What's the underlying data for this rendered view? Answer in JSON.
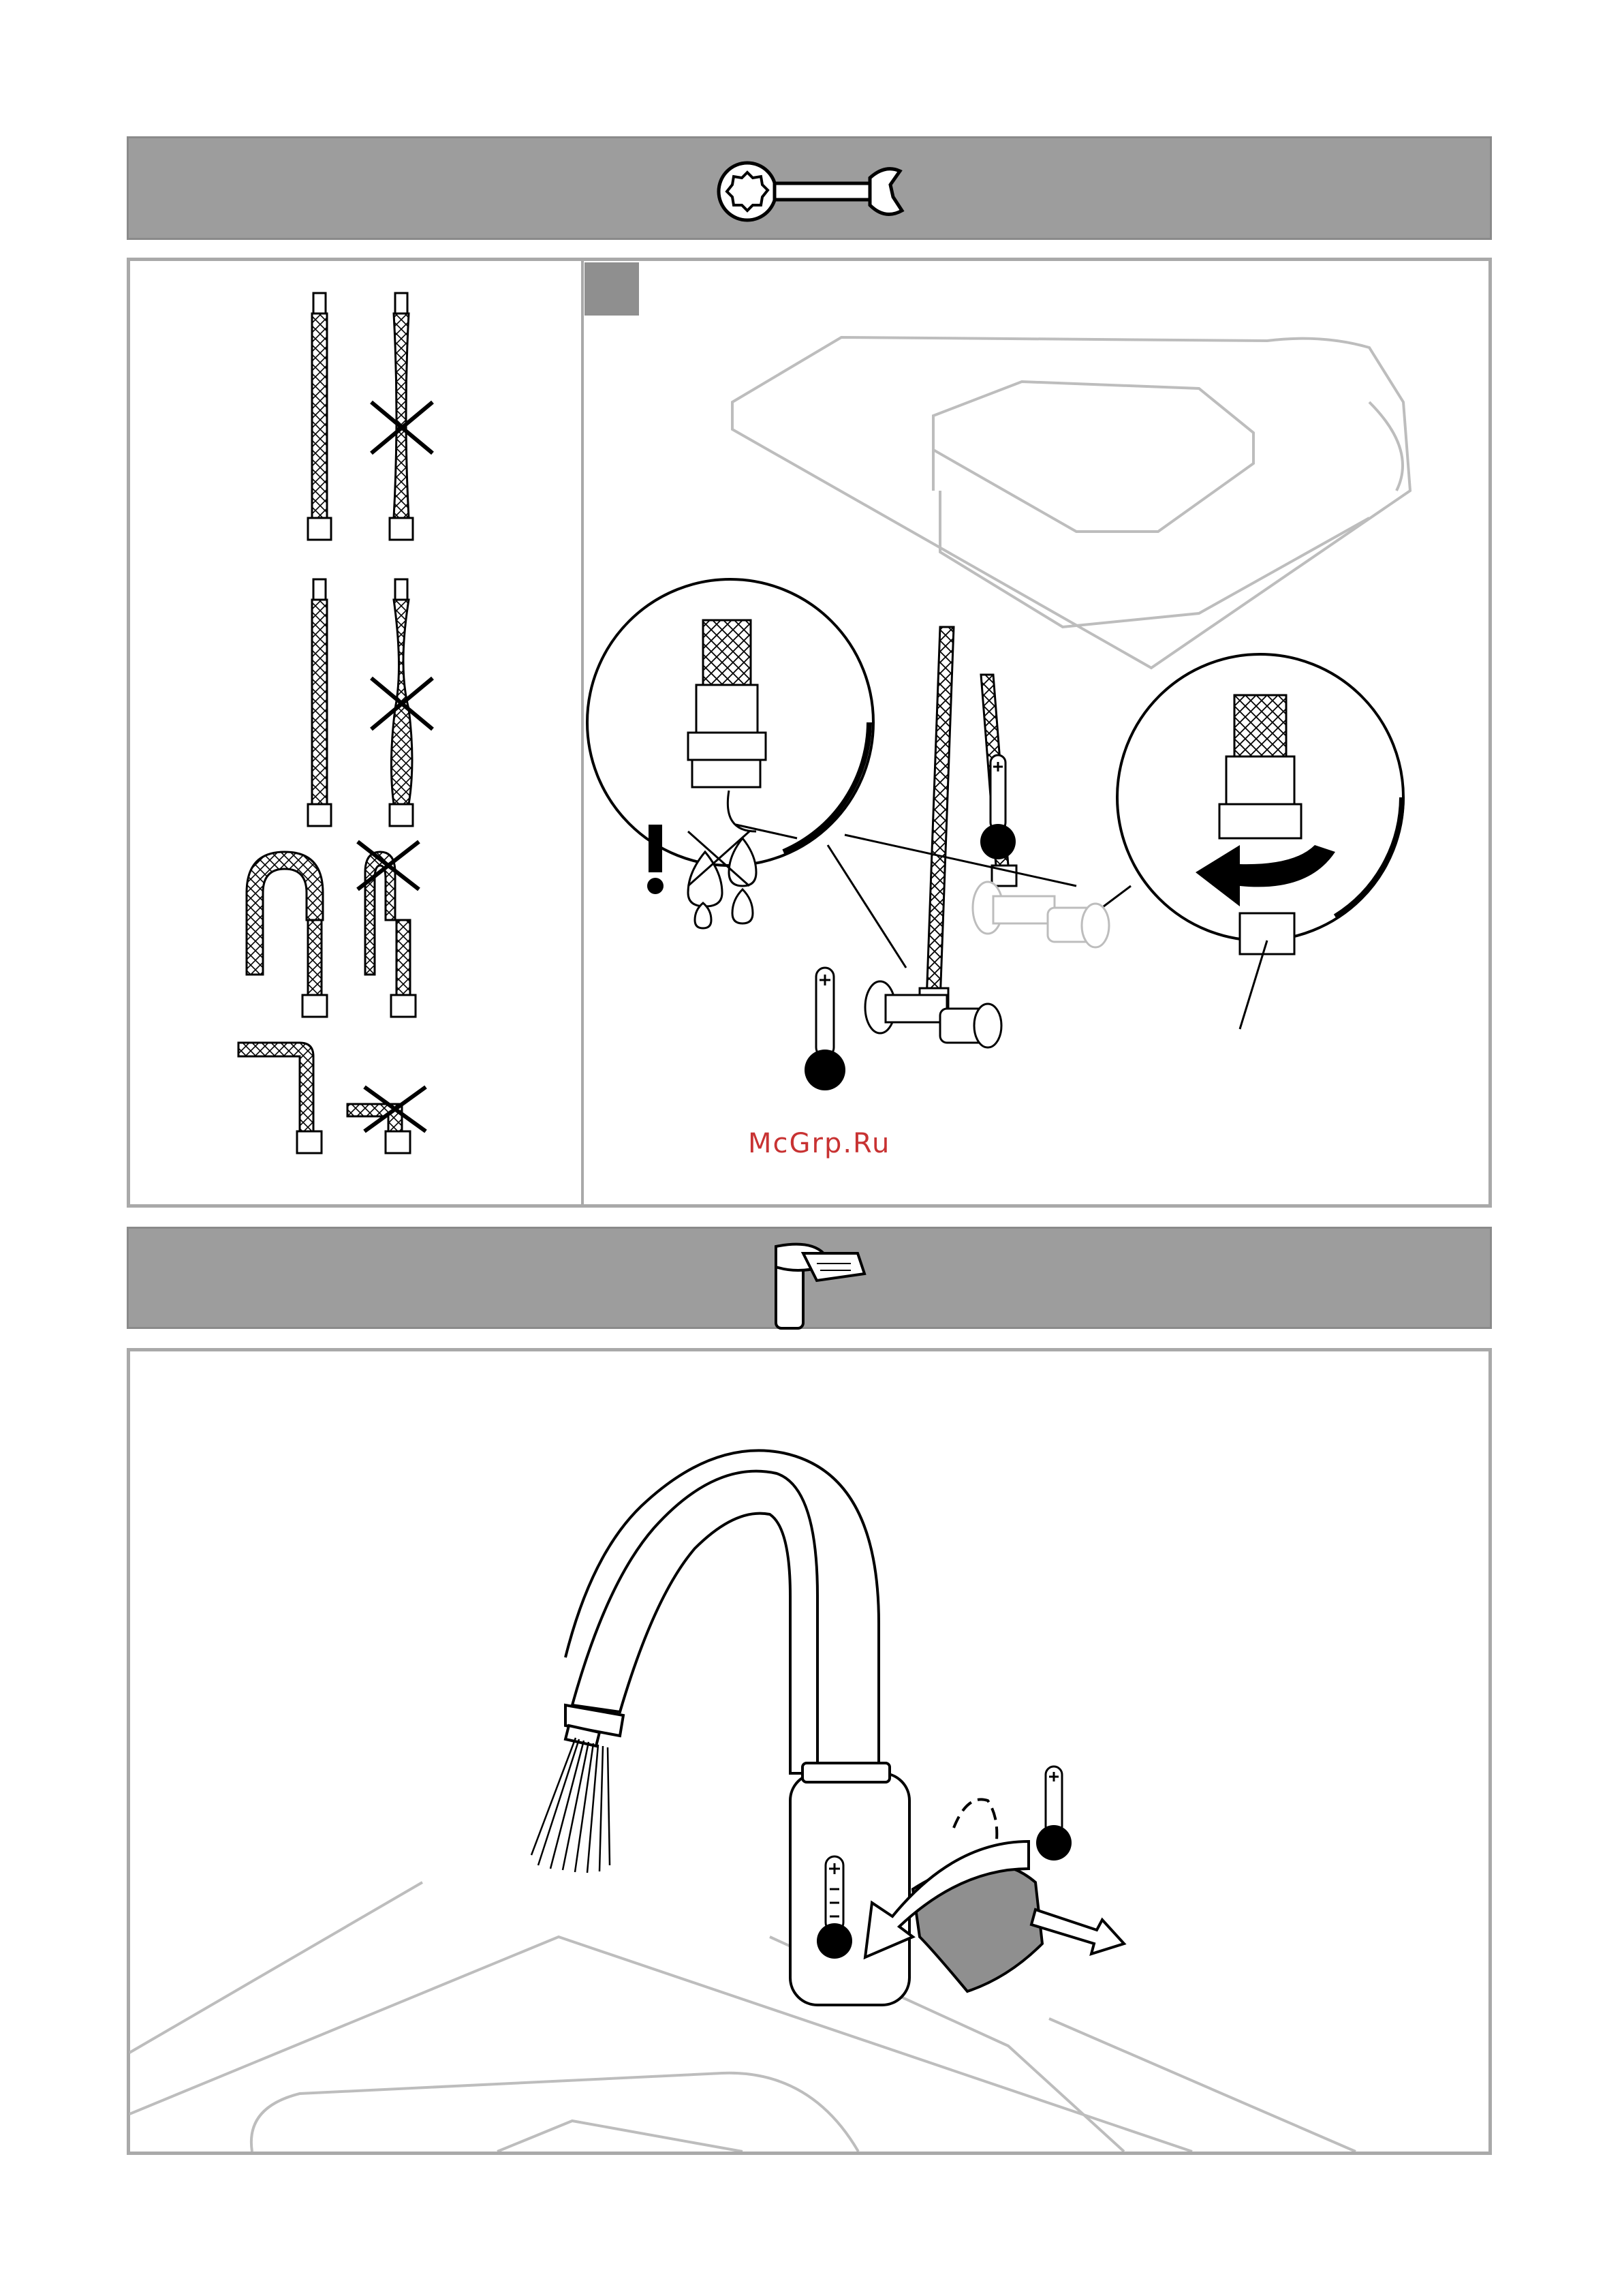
{
  "header_band": {
    "icon": "wrench-icon"
  },
  "care_band": {
    "icon": "faucet-cleaning-icon"
  },
  "installation": {
    "left_panel": {
      "hose_rules": [
        {
          "rule": "straight-ok",
          "bad": "twisted-hose"
        },
        {
          "rule": "straight-ok",
          "bad": "kinked-twist"
        },
        {
          "rule": "bend-radius-ok",
          "bad": "tight-bend"
        },
        {
          "rule": "angle-ok",
          "bad": "sharp-angle"
        }
      ]
    },
    "right_panel": {
      "warning_icon": "exclamation-icon",
      "leak_icon": "water-drops-icon",
      "hot_icon": "thermometer-hot-icon",
      "cold_icon": "thermometer-cold-icon",
      "rotation_icon": "tighten-arrow-icon"
    }
  },
  "watermark": {
    "text": "McGrp.Ru"
  },
  "colors": {
    "band": "#9d9d9d",
    "frame": "#a9a9a9",
    "ink": "#000000",
    "watermark": "#c83232",
    "light_line": "#bdbdbd"
  }
}
